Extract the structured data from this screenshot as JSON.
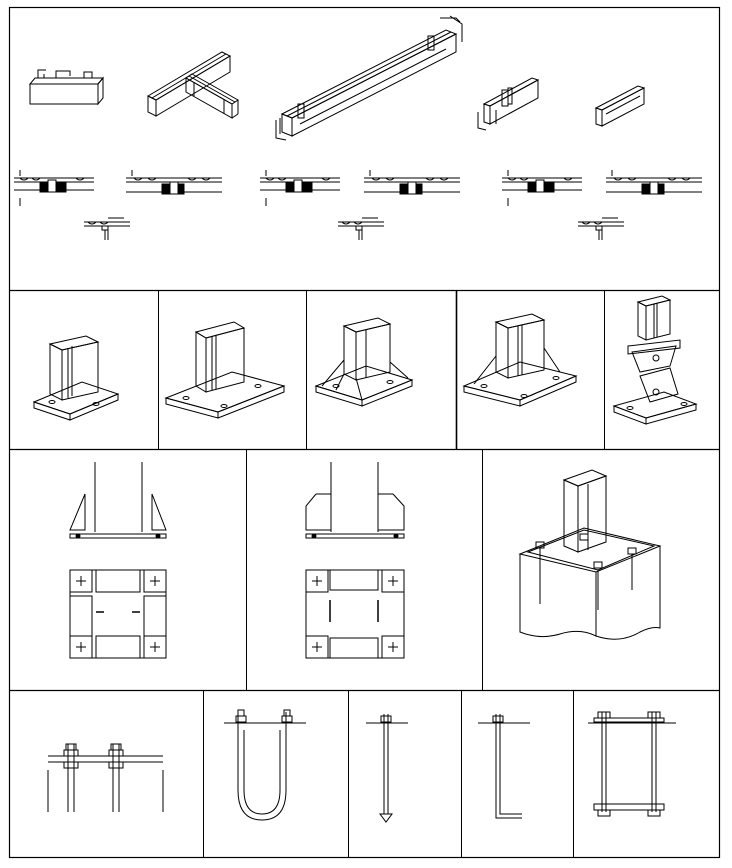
{
  "sheet": {
    "row1": {
      "top_parts": [
        "channel-clip",
        "t-channel-joint",
        "long-channel-rail",
        "channel-splice",
        "channel-short-piece"
      ],
      "section_details": [
        "floor-section-1",
        "floor-section-2",
        "floor-section-3",
        "floor-section-4",
        "floor-section-5",
        "floor-section-6"
      ],
      "hanger_details": [
        "hanger-detail-1",
        "hanger-detail-2",
        "hanger-detail-3"
      ]
    },
    "row2": {
      "bases": [
        "plain-base",
        "wide-base",
        "gusset-base",
        "side-gusset-base",
        "pivot-base"
      ]
    },
    "row3": {
      "panels": [
        "base-elevation-plan-1",
        "base-elevation-plan-2",
        "anchored-base-on-pier"
      ]
    },
    "row4": {
      "parts": [
        "anchor-pair-section",
        "u-bolt",
        "straight-anchor-bolt",
        "l-anchor-bolt",
        "anchor-cage"
      ]
    }
  }
}
